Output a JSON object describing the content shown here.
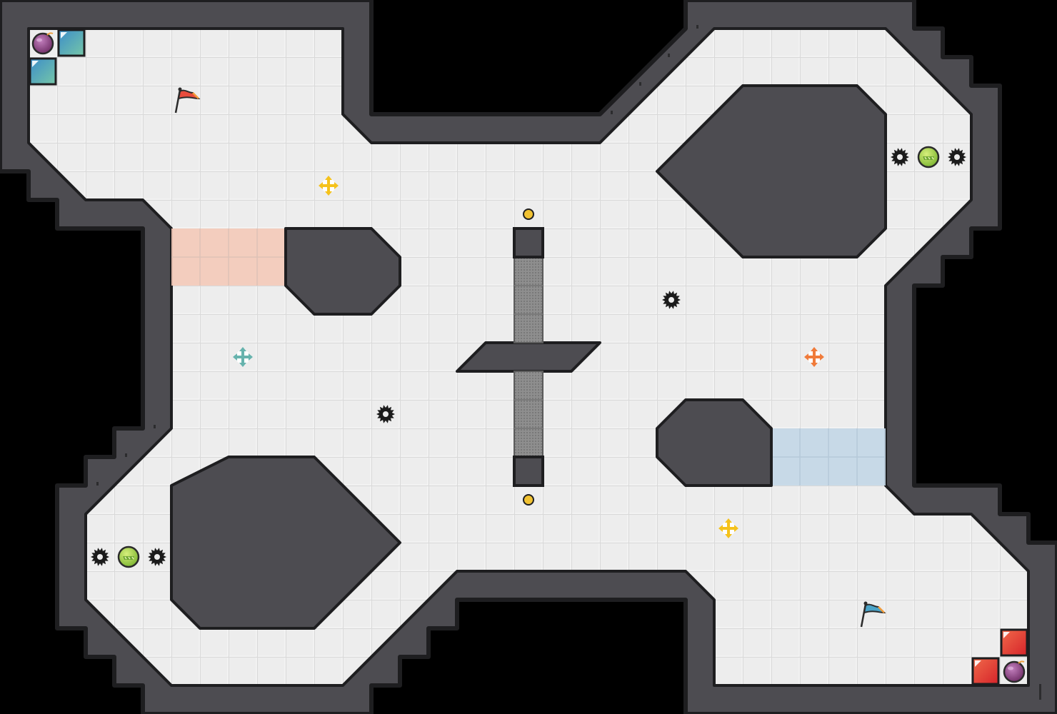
{
  "game": {
    "title": "",
    "colors": {
      "background": "#000000",
      "wall": "#4d4c51",
      "wall_dark": "#3a393d",
      "wall_outline": "#1e1e20",
      "floor": "#ededed",
      "grid_line": "#d6d6d6",
      "red_zone": "#f3c9b8",
      "blue_zone": "#c2d6e6",
      "gate": "#8c8c8c",
      "red_team": "#e84c3d",
      "blue_team": "#4aa3c7",
      "boost_yellow": "#f5c21b",
      "boost_orange": "#f07b3a",
      "boost_teal": "#66b3ad",
      "spike": "#1b1b1b",
      "powerup_green": "#a8d33b",
      "bomb_purple": "#8a3c7d",
      "button_yellow": "#f1c232"
    }
  },
  "map": {
    "cols": 37,
    "rows": 25,
    "tiles": {
      "red_zone_cells": [
        [
          6,
          8
        ],
        [
          7,
          8
        ],
        [
          8,
          8
        ],
        [
          9,
          8
        ],
        [
          6,
          9
        ],
        [
          7,
          9
        ],
        [
          8,
          9
        ],
        [
          9,
          9
        ]
      ],
      "blue_zone_cells": [
        [
          27,
          15
        ],
        [
          28,
          15
        ],
        [
          29,
          15
        ],
        [
          30,
          15
        ],
        [
          27,
          16
        ],
        [
          28,
          16
        ],
        [
          29,
          16
        ],
        [
          30,
          16
        ]
      ],
      "gate_cells": [
        [
          18,
          9
        ],
        [
          18,
          10
        ],
        [
          18,
          11
        ],
        [
          18,
          13
        ],
        [
          18,
          14
        ],
        [
          18,
          15
        ]
      ],
      "gate_end_cells": [
        [
          18,
          8
        ],
        [
          18,
          16
        ]
      ]
    },
    "objects": {
      "flags": [
        {
          "team": "red",
          "icon": "red-flag-icon",
          "cell": [
            6,
            3
          ]
        },
        {
          "team": "blue",
          "icon": "blue-flag-icon",
          "cell": [
            30,
            21
          ]
        }
      ],
      "boosts": [
        {
          "kind": "yellow",
          "icon": "yellow-boost-icon",
          "cell": [
            11,
            6
          ]
        },
        {
          "kind": "yellow",
          "icon": "yellow-boost-icon",
          "cell": [
            25,
            18
          ]
        },
        {
          "kind": "teal",
          "icon": "teal-boost-icon",
          "cell": [
            8,
            12
          ]
        },
        {
          "kind": "orange",
          "icon": "orange-boost-icon",
          "cell": [
            28,
            12
          ]
        }
      ],
      "spikes": [
        {
          "cell": [
            31,
            5
          ]
        },
        {
          "cell": [
            33,
            5
          ]
        },
        {
          "cell": [
            23,
            10
          ]
        },
        {
          "cell": [
            13,
            14
          ]
        },
        {
          "cell": [
            3,
            19
          ]
        },
        {
          "cell": [
            5,
            19
          ]
        }
      ],
      "powerups": [
        {
          "icon": "powerup-icon",
          "cell": [
            32,
            5
          ]
        },
        {
          "icon": "powerup-icon",
          "cell": [
            4,
            19
          ]
        }
      ],
      "bombs": [
        {
          "icon": "bomb-icon",
          "cell": [
            1,
            1
          ]
        },
        {
          "icon": "bomb-icon",
          "cell": [
            35,
            23
          ]
        }
      ],
      "portals": [
        {
          "team": "blue",
          "icon": "blue-portal-icon",
          "cell": [
            2,
            1
          ]
        },
        {
          "team": "blue",
          "icon": "blue-portal-icon",
          "cell": [
            1,
            2
          ]
        },
        {
          "team": "red",
          "icon": "red-portal-icon",
          "cell": [
            35,
            22
          ]
        },
        {
          "team": "red",
          "icon": "red-portal-icon",
          "cell": [
            34,
            23
          ]
        }
      ],
      "buttons": [
        {
          "icon": "gate-button-icon",
          "cell": [
            18,
            7
          ]
        },
        {
          "icon": "gate-button-icon",
          "cell": [
            18,
            17
          ]
        }
      ]
    }
  }
}
